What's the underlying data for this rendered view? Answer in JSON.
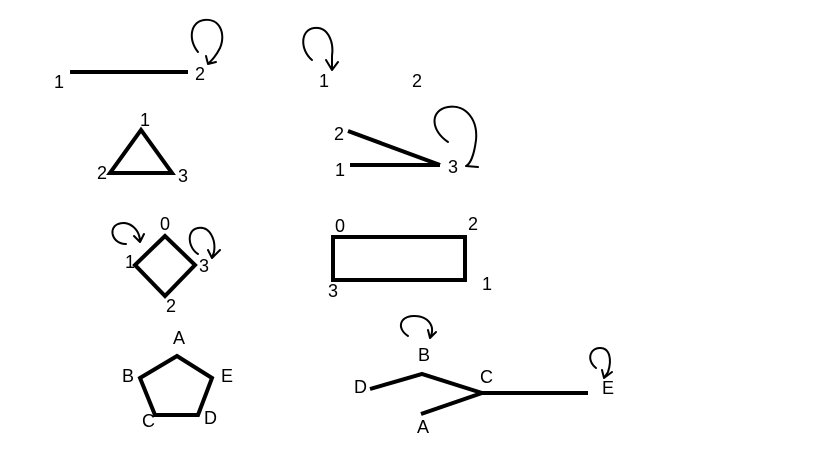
{
  "graphs": [
    {
      "id": "segment",
      "vertices": [
        {
          "label": "1"
        },
        {
          "label": "2"
        }
      ],
      "edges": [
        [
          "1",
          "2"
        ]
      ],
      "self_loops": [
        "2"
      ]
    },
    {
      "id": "two-isolated",
      "vertices": [
        {
          "label": "1"
        },
        {
          "label": "2"
        }
      ],
      "edges": [],
      "self_loops": [
        "1"
      ]
    },
    {
      "id": "triangle",
      "vertices": [
        {
          "label": "1"
        },
        {
          "label": "2"
        },
        {
          "label": "3"
        }
      ],
      "edges": [
        [
          "1",
          "2"
        ],
        [
          "2",
          "3"
        ],
        [
          "3",
          "1"
        ]
      ],
      "self_loops": []
    },
    {
      "id": "path-three",
      "vertices": [
        {
          "label": "2"
        },
        {
          "label": "1"
        },
        {
          "label": "3"
        }
      ],
      "edges": [
        [
          "2",
          "3"
        ],
        [
          "1",
          "3"
        ]
      ],
      "self_loops": [
        "3"
      ]
    },
    {
      "id": "square",
      "vertices": [
        {
          "label": "0"
        },
        {
          "label": "1"
        },
        {
          "label": "2"
        },
        {
          "label": "3"
        }
      ],
      "edges": [
        [
          "0",
          "1"
        ],
        [
          "1",
          "2"
        ],
        [
          "2",
          "3"
        ],
        [
          "3",
          "0"
        ]
      ],
      "self_loops": [
        "1",
        "3"
      ]
    },
    {
      "id": "rectangle",
      "vertices": [
        {
          "label": "0"
        },
        {
          "label": "2"
        },
        {
          "label": "1"
        },
        {
          "label": "3"
        }
      ],
      "edges": [
        [
          "0",
          "2"
        ],
        [
          "2",
          "1"
        ],
        [
          "1",
          "3"
        ],
        [
          "3",
          "0"
        ]
      ],
      "self_loops": []
    },
    {
      "id": "pentagon",
      "vertices": [
        {
          "label": "A"
        },
        {
          "label": "B"
        },
        {
          "label": "E"
        },
        {
          "label": "C"
        },
        {
          "label": "D"
        }
      ],
      "edges": [
        [
          "A",
          "B"
        ],
        [
          "B",
          "C"
        ],
        [
          "C",
          "D"
        ],
        [
          "D",
          "E"
        ],
        [
          "E",
          "A"
        ]
      ],
      "self_loops": []
    },
    {
      "id": "branching",
      "vertices": [
        {
          "label": "B"
        },
        {
          "label": "D"
        },
        {
          "label": "C"
        },
        {
          "label": "E"
        },
        {
          "label": "A"
        }
      ],
      "edges": [
        [
          "D",
          "B"
        ],
        [
          "B",
          "C"
        ],
        [
          "A",
          "C"
        ],
        [
          "C",
          "E"
        ]
      ],
      "self_loops": [
        "B",
        "E"
      ]
    }
  ]
}
